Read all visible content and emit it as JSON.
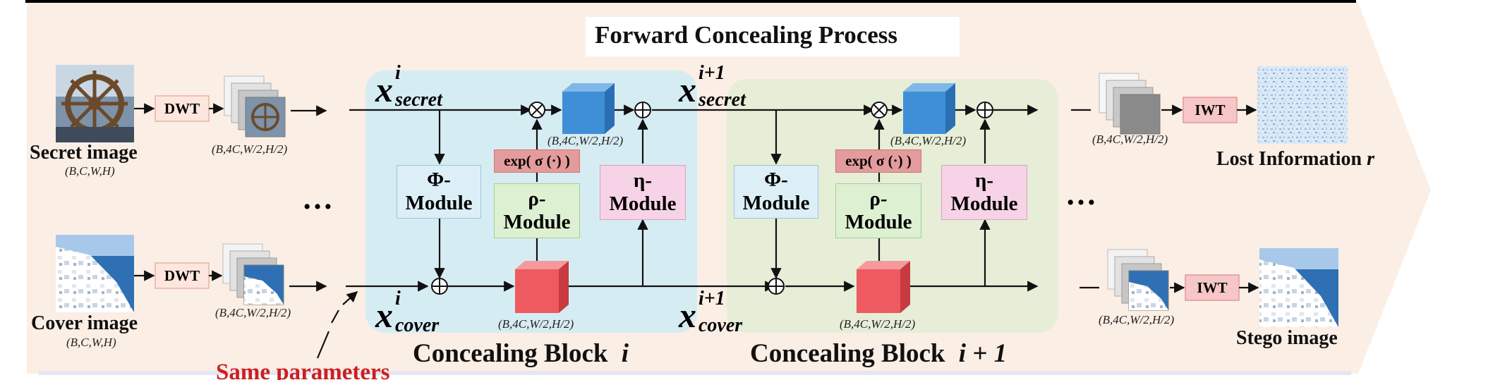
{
  "title": "Forward Concealing Process",
  "inputs": {
    "secret": {
      "label": "Secret image",
      "dims": "(B,C,W,H)"
    },
    "cover": {
      "label": "Cover image",
      "dims": "(B,C,W,H)"
    }
  },
  "dwt_label": "DWT",
  "iwt_label": "IWT",
  "stack_dims": "(B,4C,W/2,H/2)",
  "cube_dims": "(B,4C,W/2,H/2)",
  "exp_label": "exp( σ (·) )",
  "modules": {
    "phi": [
      "Φ-",
      "Module"
    ],
    "rho": [
      "ρ-",
      "Module"
    ],
    "eta": [
      "η-",
      "Module"
    ]
  },
  "variables": {
    "x_base": "x",
    "sup_i": "i",
    "sup_next": "i+1",
    "sub_secret": "secret",
    "sub_cover": "cover"
  },
  "blocks": [
    {
      "label": "Concealing Block",
      "index": "i"
    },
    {
      "label": "Concealing Block",
      "index": "i + 1"
    }
  ],
  "ellipsis": "…",
  "outputs": {
    "lost": {
      "label": "Lost Information",
      "var": "r"
    },
    "stego": {
      "label": "Stego image"
    }
  },
  "shared_note": "Same parameters",
  "colors": {
    "background_band": "#fbeee5",
    "block_i": "#d6ecf3",
    "block_next": "#e6eed7",
    "cube_blue": "#3f8fd6",
    "cube_red": "#ee5a5f",
    "phi_module": "#dceff7",
    "rho_module": "#ddf0d2",
    "eta_module": "#f6d3e6",
    "exp_box": "#e39b9b",
    "dwt_box": "#fde6dd",
    "iwt_box": "#f7c6c6",
    "note_red": "#cc1f1f"
  }
}
